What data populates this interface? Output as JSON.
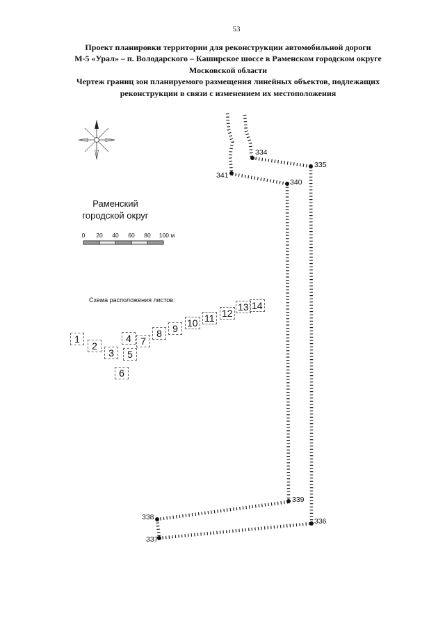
{
  "page": {
    "number": "53",
    "title": [
      "Проект планировки территории для реконструкции автомобильной дороги",
      "М-5 «Урал» – п. Володарского – Каширское шоссе в Раменском городском округе",
      "Московской области",
      "Чертеж границ зон планируемого размещения линейных объектов, подлежащих",
      "реконструкции в связи с изменением их местоположения"
    ]
  },
  "map": {
    "district": {
      "line1": "Раменский",
      "line2": "городской округ"
    },
    "scale_bar": {
      "ticks": [
        "0",
        "20",
        "40",
        "60",
        "80",
        "100 м"
      ]
    },
    "sheets_label": "Схема расположения листов:",
    "sheets": [
      "1",
      "2",
      "3",
      "4",
      "5",
      "6",
      "7",
      "8",
      "9",
      "10",
      "11",
      "12",
      "13",
      "14"
    ],
    "points": [
      "334",
      "335",
      "336",
      "337",
      "338",
      "339",
      "340",
      "341"
    ]
  }
}
